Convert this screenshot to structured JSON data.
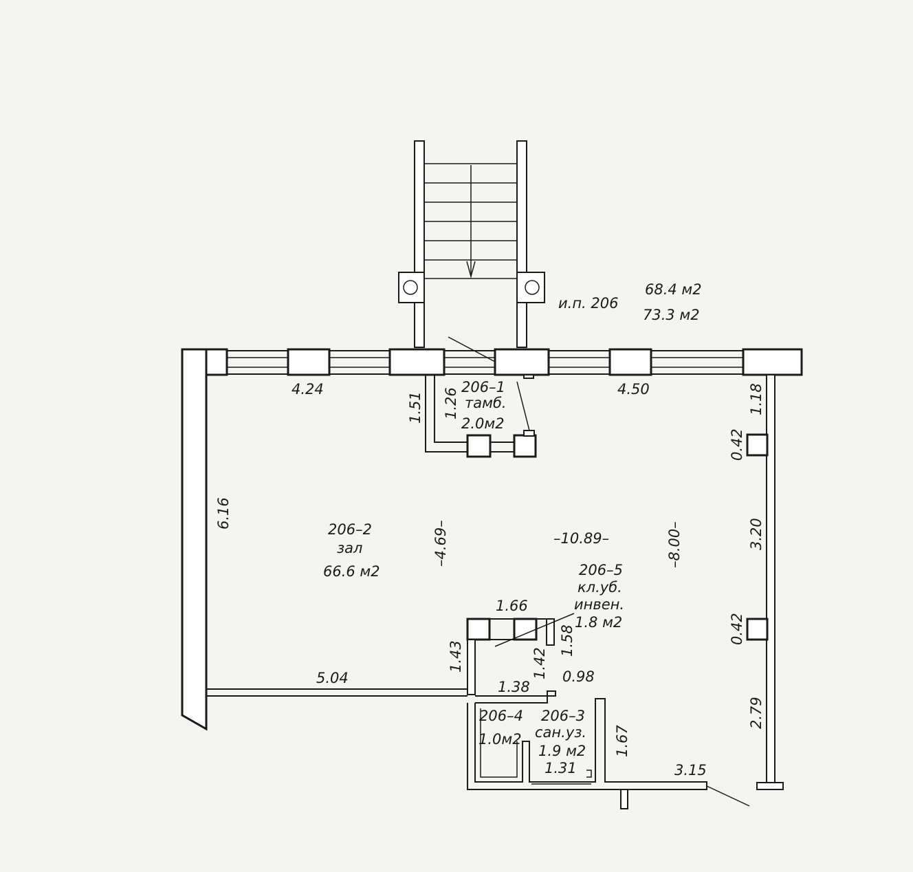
{
  "header": {
    "unit_id": "и.п.  206",
    "area_1": "68.4 м2",
    "area_2": "73.3 м2"
  },
  "rooms": {
    "vestibule": {
      "id": "206–1",
      "name": "тамб.",
      "area": "2.0м2"
    },
    "hall": {
      "id": "206–2",
      "name": "зал",
      "area": "66.6 м2"
    },
    "closet": {
      "id": "206–5",
      "name_1": "кл.уб.",
      "name_2": "инвен.",
      "area": "1.8 м2"
    },
    "room4": {
      "id": "206–4",
      "area": "1.0м2"
    },
    "bathroom": {
      "id": "206–3",
      "name": "сан.уз.",
      "area": "1.9 м2"
    }
  },
  "dimensions": {
    "front_left": "4.24",
    "front_right": "4.50",
    "vest_151": "1.51",
    "vest_126": "1.26",
    "right_118": "1.18",
    "right_042_a": "0.42",
    "right_320": "3.20",
    "right_042_b": "0.42",
    "right_279": "2.79",
    "left_616": "6.16",
    "mid_469": "–4.69–",
    "mid_1089": "–10.89–",
    "mid_800": "–8.00–",
    "closet_166": "1.66",
    "closet_143": "1.43",
    "closet_142": "1.42",
    "closet_158": "1.58",
    "bottom_504": "5.04",
    "bottom_138": "1.38",
    "bottom_098": "0.98",
    "bath_167": "1.67",
    "bath_131": "1.31",
    "bottom_315": "3.15"
  },
  "colors": {
    "paper": "#f4f4f2",
    "ink": "#1a1a1a"
  }
}
